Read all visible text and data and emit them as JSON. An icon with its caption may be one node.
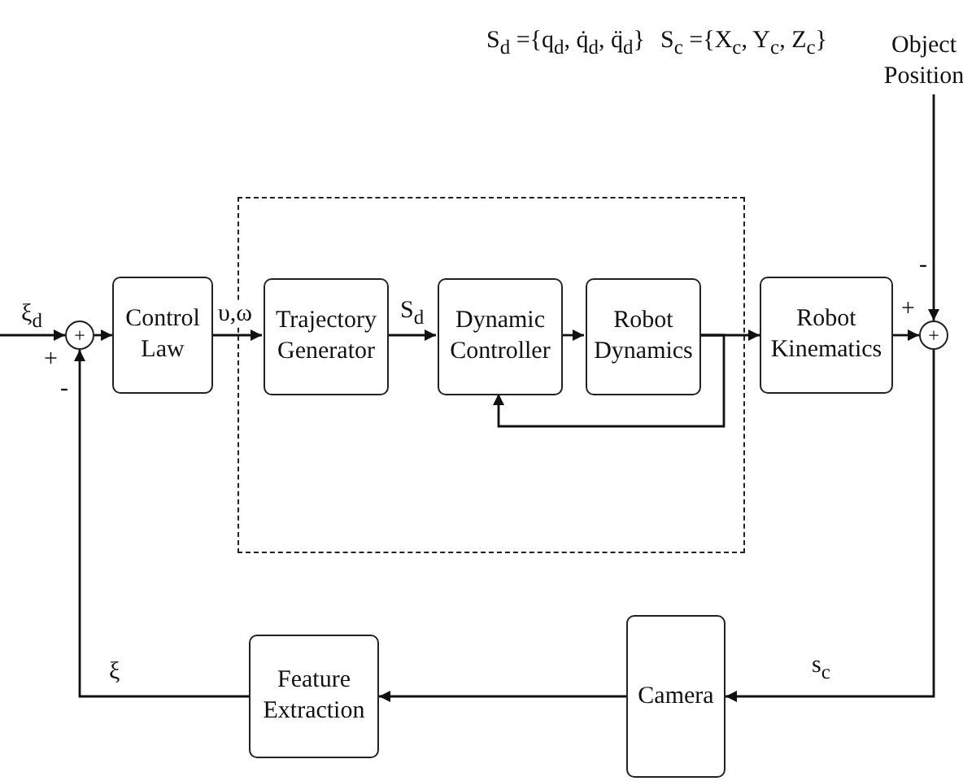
{
  "diagram": {
    "nodes": [
      {
        "text": [
          "+"
        ]
      },
      {
        "text": [
          "Control Law"
        ]
      },
      {
        "text": [],
        "shape": "box"
      },
      {
        "text": [
          "Trajectory Generator"
        ],
        "in": 2
      },
      {
        "text": [
          "Dynamic Controller"
        ],
        "in": 2
      },
      {
        "text": [
          "Robot Dynamics"
        ],
        "in": 2
      },
      {
        "text": [
          "Robot Kinematics"
        ]
      },
      {
        "text": [
          "+"
        ]
      },
      {
        "text": [
          "Object Position"
        ]
      },
      {
        "text": [
          "Camera"
        ]
      },
      {
        "text": [
          "Feature Extraction"
        ]
      }
    ],
    "edges": [
      {
        "from": null,
        "to": 0,
        "arrow": "to",
        "label": "ξ$_{d}$"
      },
      {
        "from": 0,
        "to": 1,
        "arrow": "to"
      },
      {
        "from": 1,
        "to": 3,
        "arrow": "to",
        "label": "υ,ω"
      },
      {
        "from": 3,
        "to": 4,
        "arrow": "to",
        "label": "S$_{d}$"
      },
      {
        "from": 4,
        "to": 5,
        "arrow": "to"
      },
      {
        "from": 5,
        "to": 6,
        "arrow": "to"
      },
      {
        "from": 5,
        "to": 4,
        "arrow": "to"
      },
      {
        "from": 6,
        "to": 7,
        "arrow": "to"
      },
      {
        "from": 8,
        "to": 7,
        "arrow": "to"
      },
      {
        "from": 7,
        "to": 9,
        "arrow": "to",
        "label": "s$_{c}$"
      },
      {
        "from": 9,
        "to": 10,
        "arrow": "to"
      },
      {
        "from": 10,
        "to": 0,
        "arrow": "to",
        "label": "ξ"
      }
    ],
    "labels": [
      "S$_{d}$ ={q$_{d}$, q̇$_{d}$, q̈$_{d}$}",
      "S$_{c}$ ={X$_{c}$, Y$_{c}$, Z$_{c}$}",
      "-",
      "+",
      "+",
      "-"
    ]
  }
}
